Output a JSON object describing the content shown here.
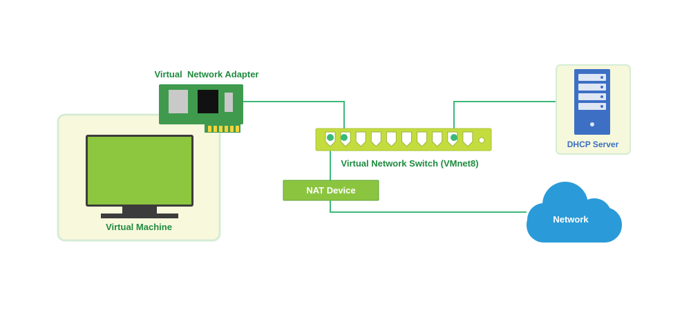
{
  "diagram": {
    "nodes": {
      "virtual_machine": {
        "label": "Virtual Machine"
      },
      "network_adapter": {
        "label": "Virtual  Network Adapter"
      },
      "network_switch": {
        "label": "Virtual Network Switch (VMnet8)",
        "port_count": 10
      },
      "nat_device": {
        "label": "NAT Device"
      },
      "dhcp_server": {
        "label": "DHCP Server"
      },
      "network": {
        "label": "Network"
      }
    },
    "edges": [
      {
        "from": "network_adapter",
        "to": "network_switch"
      },
      {
        "from": "network_switch",
        "to": "dhcp_server"
      },
      {
        "from": "network_switch",
        "to": "nat_device"
      },
      {
        "from": "nat_device",
        "to": "network"
      }
    ]
  },
  "colors": {
    "green_line": "#3cb878",
    "vm_panel_fill": "#f8f8dd",
    "vm_panel_border": "#d5ecd5",
    "monitor_green": "#8dc63f",
    "monitor_dark": "#3c3c3c",
    "label_green": "#1f8a3f",
    "adapter_green": "#3f9a4e",
    "switch_fill": "#c4dc3e",
    "nat_fill": "#8bc53f",
    "dhcp_panel_fill": "#f6f8dc",
    "server_blue": "#3d6fc4",
    "dhcp_label_blue": "#3a6ec2",
    "cloud_blue": "#2a9bd8"
  },
  "icons": {
    "vm": "monitor-icon",
    "adapter": "network-card-icon",
    "dhcp": "server-tower-icon",
    "network": "cloud-icon"
  }
}
